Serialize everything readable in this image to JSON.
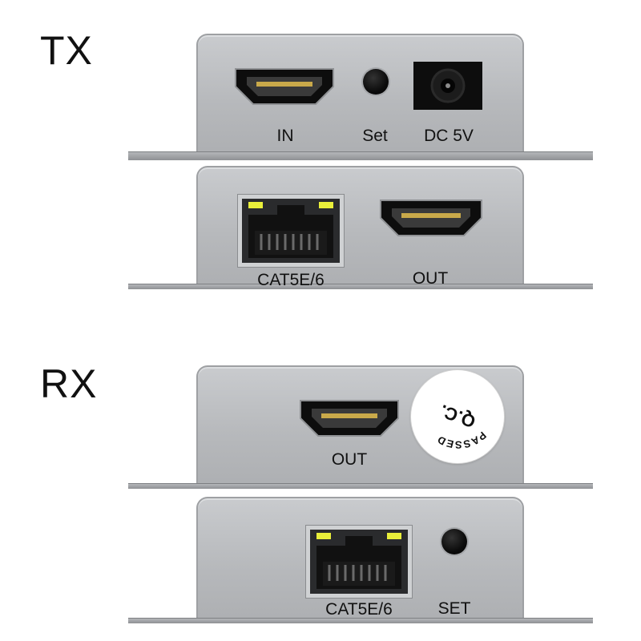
{
  "sections": {
    "tx": {
      "title": "TX",
      "top_panel": {
        "labels": {
          "in": "IN",
          "set": "Set",
          "dc": "DC 5V"
        }
      },
      "bottom_panel": {
        "labels": {
          "cat": "CAT5E/6",
          "out": "OUT"
        }
      }
    },
    "rx": {
      "title": "RX",
      "top_panel": {
        "labels": {
          "out": "OUT"
        },
        "sticker": {
          "line1": "Q.C.",
          "line2": "PASSED"
        }
      },
      "bottom_panel": {
        "labels": {
          "cat": "CAT5E/6",
          "set": "SET"
        }
      }
    }
  },
  "colors": {
    "panel": "#b9bbbe",
    "port_black": "#0d0d0d",
    "led_yellow": "#e9ef3a",
    "text": "#111111"
  },
  "icons": [
    "hdmi-port-icon",
    "rj45-port-icon",
    "push-button-icon",
    "dc-jack-icon",
    "qc-passed-sticker"
  ]
}
